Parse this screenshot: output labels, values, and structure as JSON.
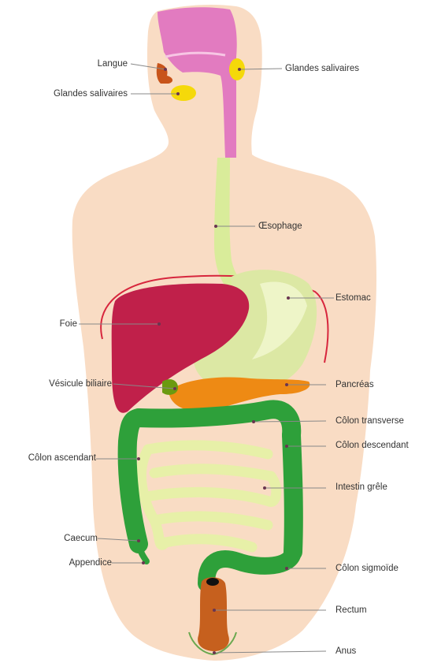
{
  "labels": {
    "langue": "Langue",
    "glandes_salivaires_right": "Glandes salivaires",
    "glandes_salivaires_left": "Glandes salivaires",
    "oesophage": "Œsophage",
    "estomac": "Estomac",
    "foie": "Foie",
    "vesicule_biliaire": "Vésicule biliaire",
    "pancreas": "Pancréas",
    "colon_transverse": "Côlon transverse",
    "colon_descendant": "Côlon descendant",
    "colon_ascendant": "Côlon ascendant",
    "intestin_grele": "Intestin grêle",
    "caecum": "Caecum",
    "appendice": "Appendice",
    "colon_sigmoide": "Côlon sigmoïde",
    "rectum": "Rectum",
    "anus": "Anus"
  },
  "colors": {
    "body": "#f9dcc4",
    "digestive_tract": "#e27bc0",
    "salivary_glands": "#f5d90a",
    "tongue": "#c8541a",
    "oesophagus_stomach": "#d9ec9a",
    "liver": "#c0204a",
    "gallbladder": "#6b9a10",
    "pancreas": "#ee8a14",
    "colon": "#2ea03a",
    "small_intestine": "#e7f0a8",
    "rectum": "#c6601e",
    "leader_line": "#888888",
    "ribcage_line": "#d7263d"
  }
}
